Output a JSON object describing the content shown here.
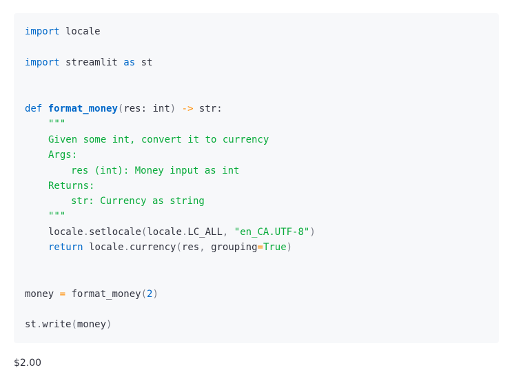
{
  "code": {
    "l1": {
      "kw": "import",
      "rest": " locale"
    },
    "l2": {
      "kw": "import",
      "mid": " streamlit ",
      "kw2": "as",
      "rest": " st"
    },
    "l3": {
      "kw": "def",
      "sp": " ",
      "fn": "format_money",
      "p1": "(",
      "arg": "res: int",
      "p2": ")",
      "sp2": " ",
      "arrow": "->",
      "ret": " str:"
    },
    "l4": {
      "str": "\"\"\""
    },
    "l5": {
      "str": "Given some int, convert it to currency"
    },
    "l6": {
      "str": "Args:"
    },
    "l7": {
      "str": "res (int): Money input as int"
    },
    "l8": {
      "str": "Returns:"
    },
    "l9": {
      "str": "str: Currency as string"
    },
    "l10": {
      "str": "\"\"\""
    },
    "l11": {
      "obj": "locale",
      "dot": ".",
      "call": "setlocale",
      "p1": "(",
      "arg1": "locale",
      "dot2": ".",
      "arg1b": "LC_ALL",
      "comma": ", ",
      "str": "\"en_CA.UTF-8\"",
      "p2": ")"
    },
    "l12": {
      "kw": "return",
      "sp": " ",
      "obj": "locale",
      "dot": ".",
      "call": "currency",
      "p1": "(",
      "arg": "res",
      "comma": ", ",
      "kwarg": "grouping",
      "eq": "=",
      "const": "True",
      "p2": ")"
    },
    "l13": {
      "var": "money",
      "eq": " = ",
      "call": "format_money",
      "p1": "(",
      "num": "2",
      "p2": ")"
    },
    "l14": {
      "obj": "st",
      "dot": ".",
      "call": "write",
      "p1": "(",
      "arg": "money",
      "p2": ")"
    }
  },
  "output": {
    "text": "$2.00"
  }
}
